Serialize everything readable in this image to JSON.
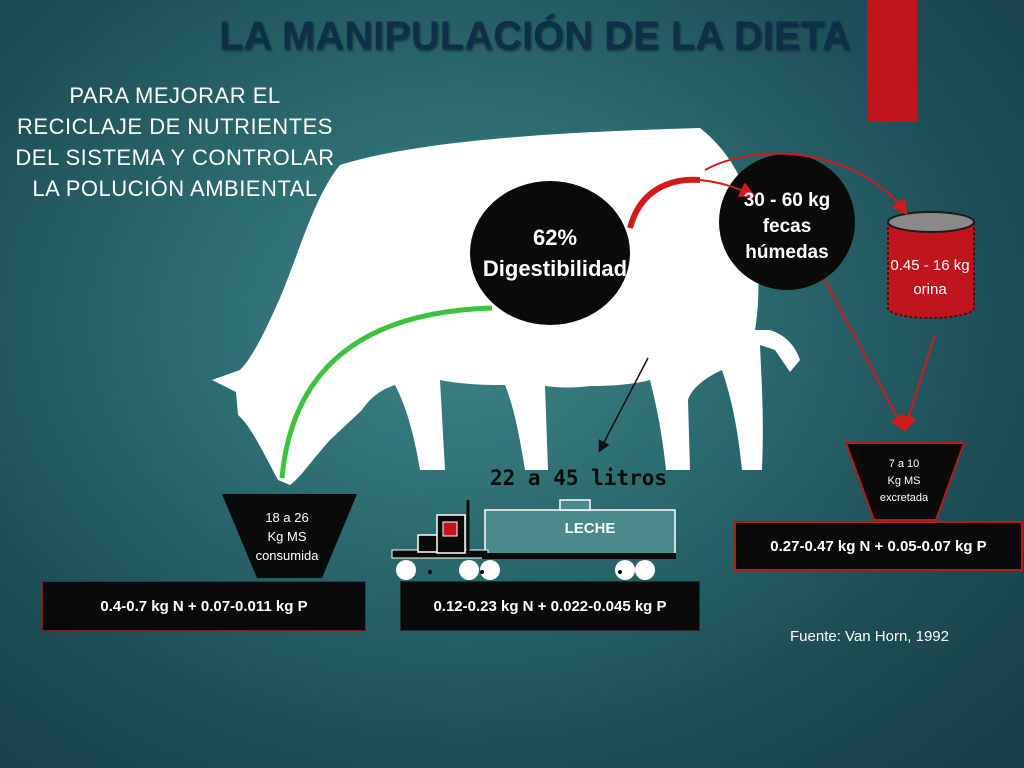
{
  "title": "LA MANIPULACIÓN DE LA DIETA",
  "subtitle_lines": [
    "PARA MEJORAR EL",
    "RECICLAJE DE NUTRIENTES",
    "DEL SISTEMA  Y CONTROLAR",
    "LA POLUCIÓN AMBIENTAL"
  ],
  "digestibility": {
    "line1": "62%",
    "line2": "Digestibilidad"
  },
  "feces": {
    "line1": "30 - 60 kg",
    "line2": "fecas",
    "line3": "húmedas"
  },
  "urine": {
    "line1": "0.45 - 16 kg",
    "line2": "orina"
  },
  "consumed": {
    "line1": "18 a 26",
    "line2": "Kg MS",
    "line3": "consumida"
  },
  "excreted": {
    "line1": "7 a 10",
    "line2": "Kg MS",
    "line3": "excretada"
  },
  "milk_volume": "22 a 45 litros",
  "tanker_label": "LECHE",
  "intake_box": "0.4-0.7 kg N + 0.07-0.011 kg P",
  "milk_box": "0.12-0.23 kg N + 0.022-0.045 kg P",
  "excreted_box": "0.27-0.47 kg N + 0.05-0.07 kg P",
  "source": "Fuente: Van Horn, 1992",
  "colors": {
    "title": "#0d2f4a",
    "accent_red": "#c0151c",
    "arrow_green": "#3cc23c",
    "box": "#0a0a0a"
  }
}
